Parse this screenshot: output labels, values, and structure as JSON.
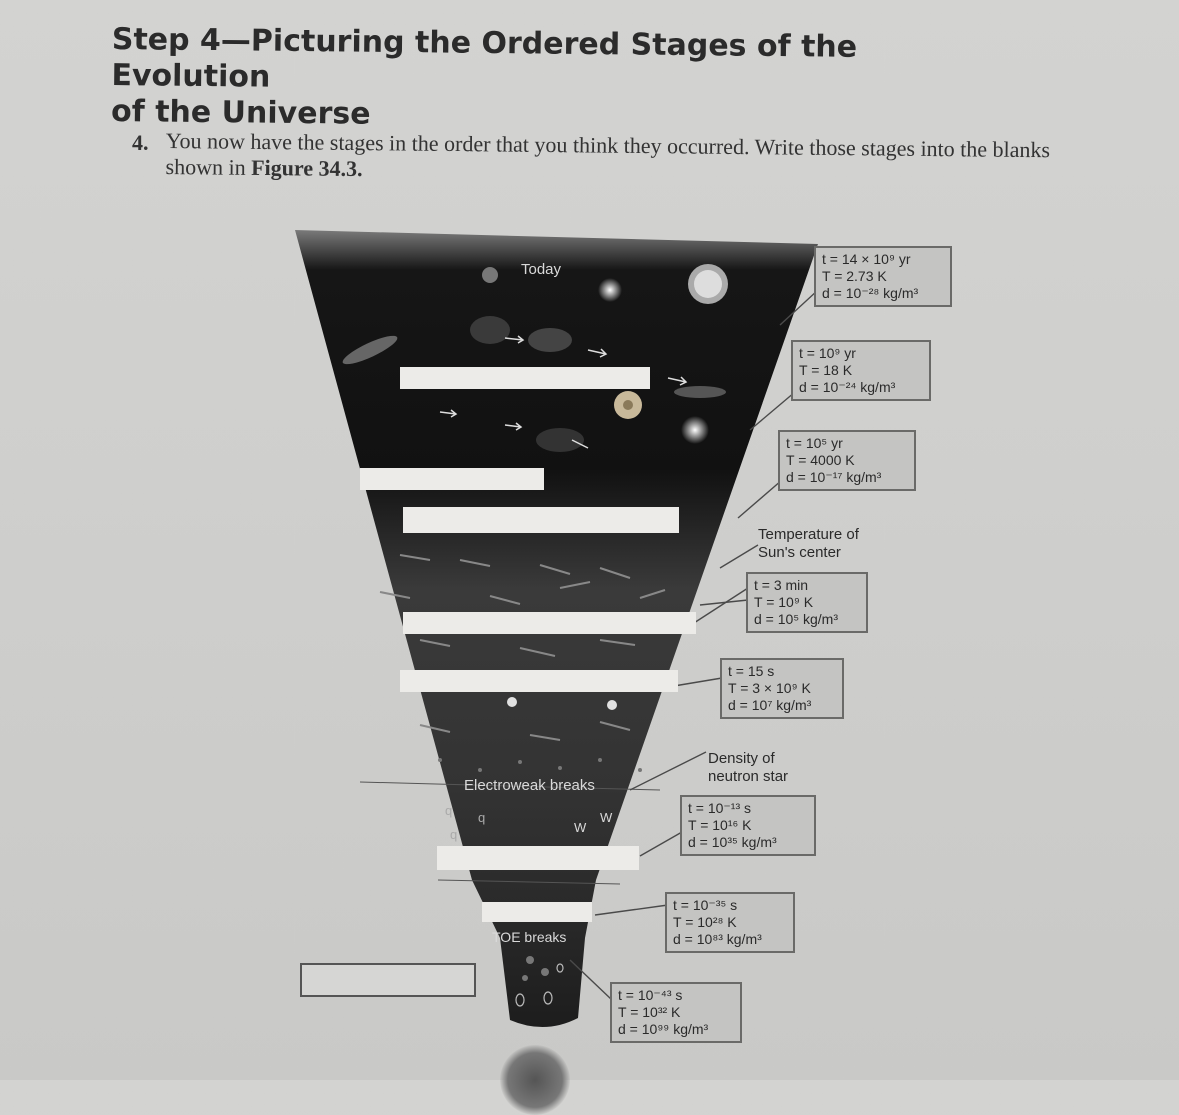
{
  "heading": {
    "line1": "Step 4—Picturing the Ordered Stages of the Evolution",
    "line2": "of the Universe"
  },
  "question": {
    "number": "4.",
    "text": "You now have the stages in the order that you think they occurred. Write those stages into the blanks shown in ",
    "figure_ref": "Figure 34.3."
  },
  "diagram": {
    "label_today": "Today",
    "label_electroweak": "Electroweak breaks",
    "label_toe": "TOE breaks",
    "particle_q": "q",
    "particle_w": "W",
    "boxes": [
      {
        "t": "t = 14 × 10⁹ yr",
        "T": "T = 2.73 K",
        "d": "d = 10⁻²⁸ kg/m³"
      },
      {
        "t": "t = 10⁹ yr",
        "T": "T = 18 K",
        "d": "d = 10⁻²⁴ kg/m³"
      },
      {
        "t": "t = 10⁵ yr",
        "T": "T = 4000 K",
        "d": "d = 10⁻¹⁷ kg/m³"
      },
      {
        "t": "t = 3 min",
        "T": "T = 10⁹ K",
        "d": "d = 10⁵ kg/m³"
      },
      {
        "t": "t = 15 s",
        "T": "T = 3 × 10⁹ K",
        "d": "d = 10⁷ kg/m³"
      },
      {
        "t": "t = 10⁻¹³ s",
        "T": "T = 10¹⁶ K",
        "d": "d = 10³⁵ kg/m³"
      },
      {
        "t": "t = 10⁻³⁵ s",
        "T": "T = 10²⁸ K",
        "d": "d = 10⁸³ kg/m³"
      },
      {
        "t": "t = 10⁻⁴³ s",
        "T": "T = 10³² K",
        "d": "d = 10⁹⁹ kg/m³"
      }
    ],
    "note_sun": "Temperature of Sun's center",
    "note_neutron": "Density of neutron star"
  }
}
